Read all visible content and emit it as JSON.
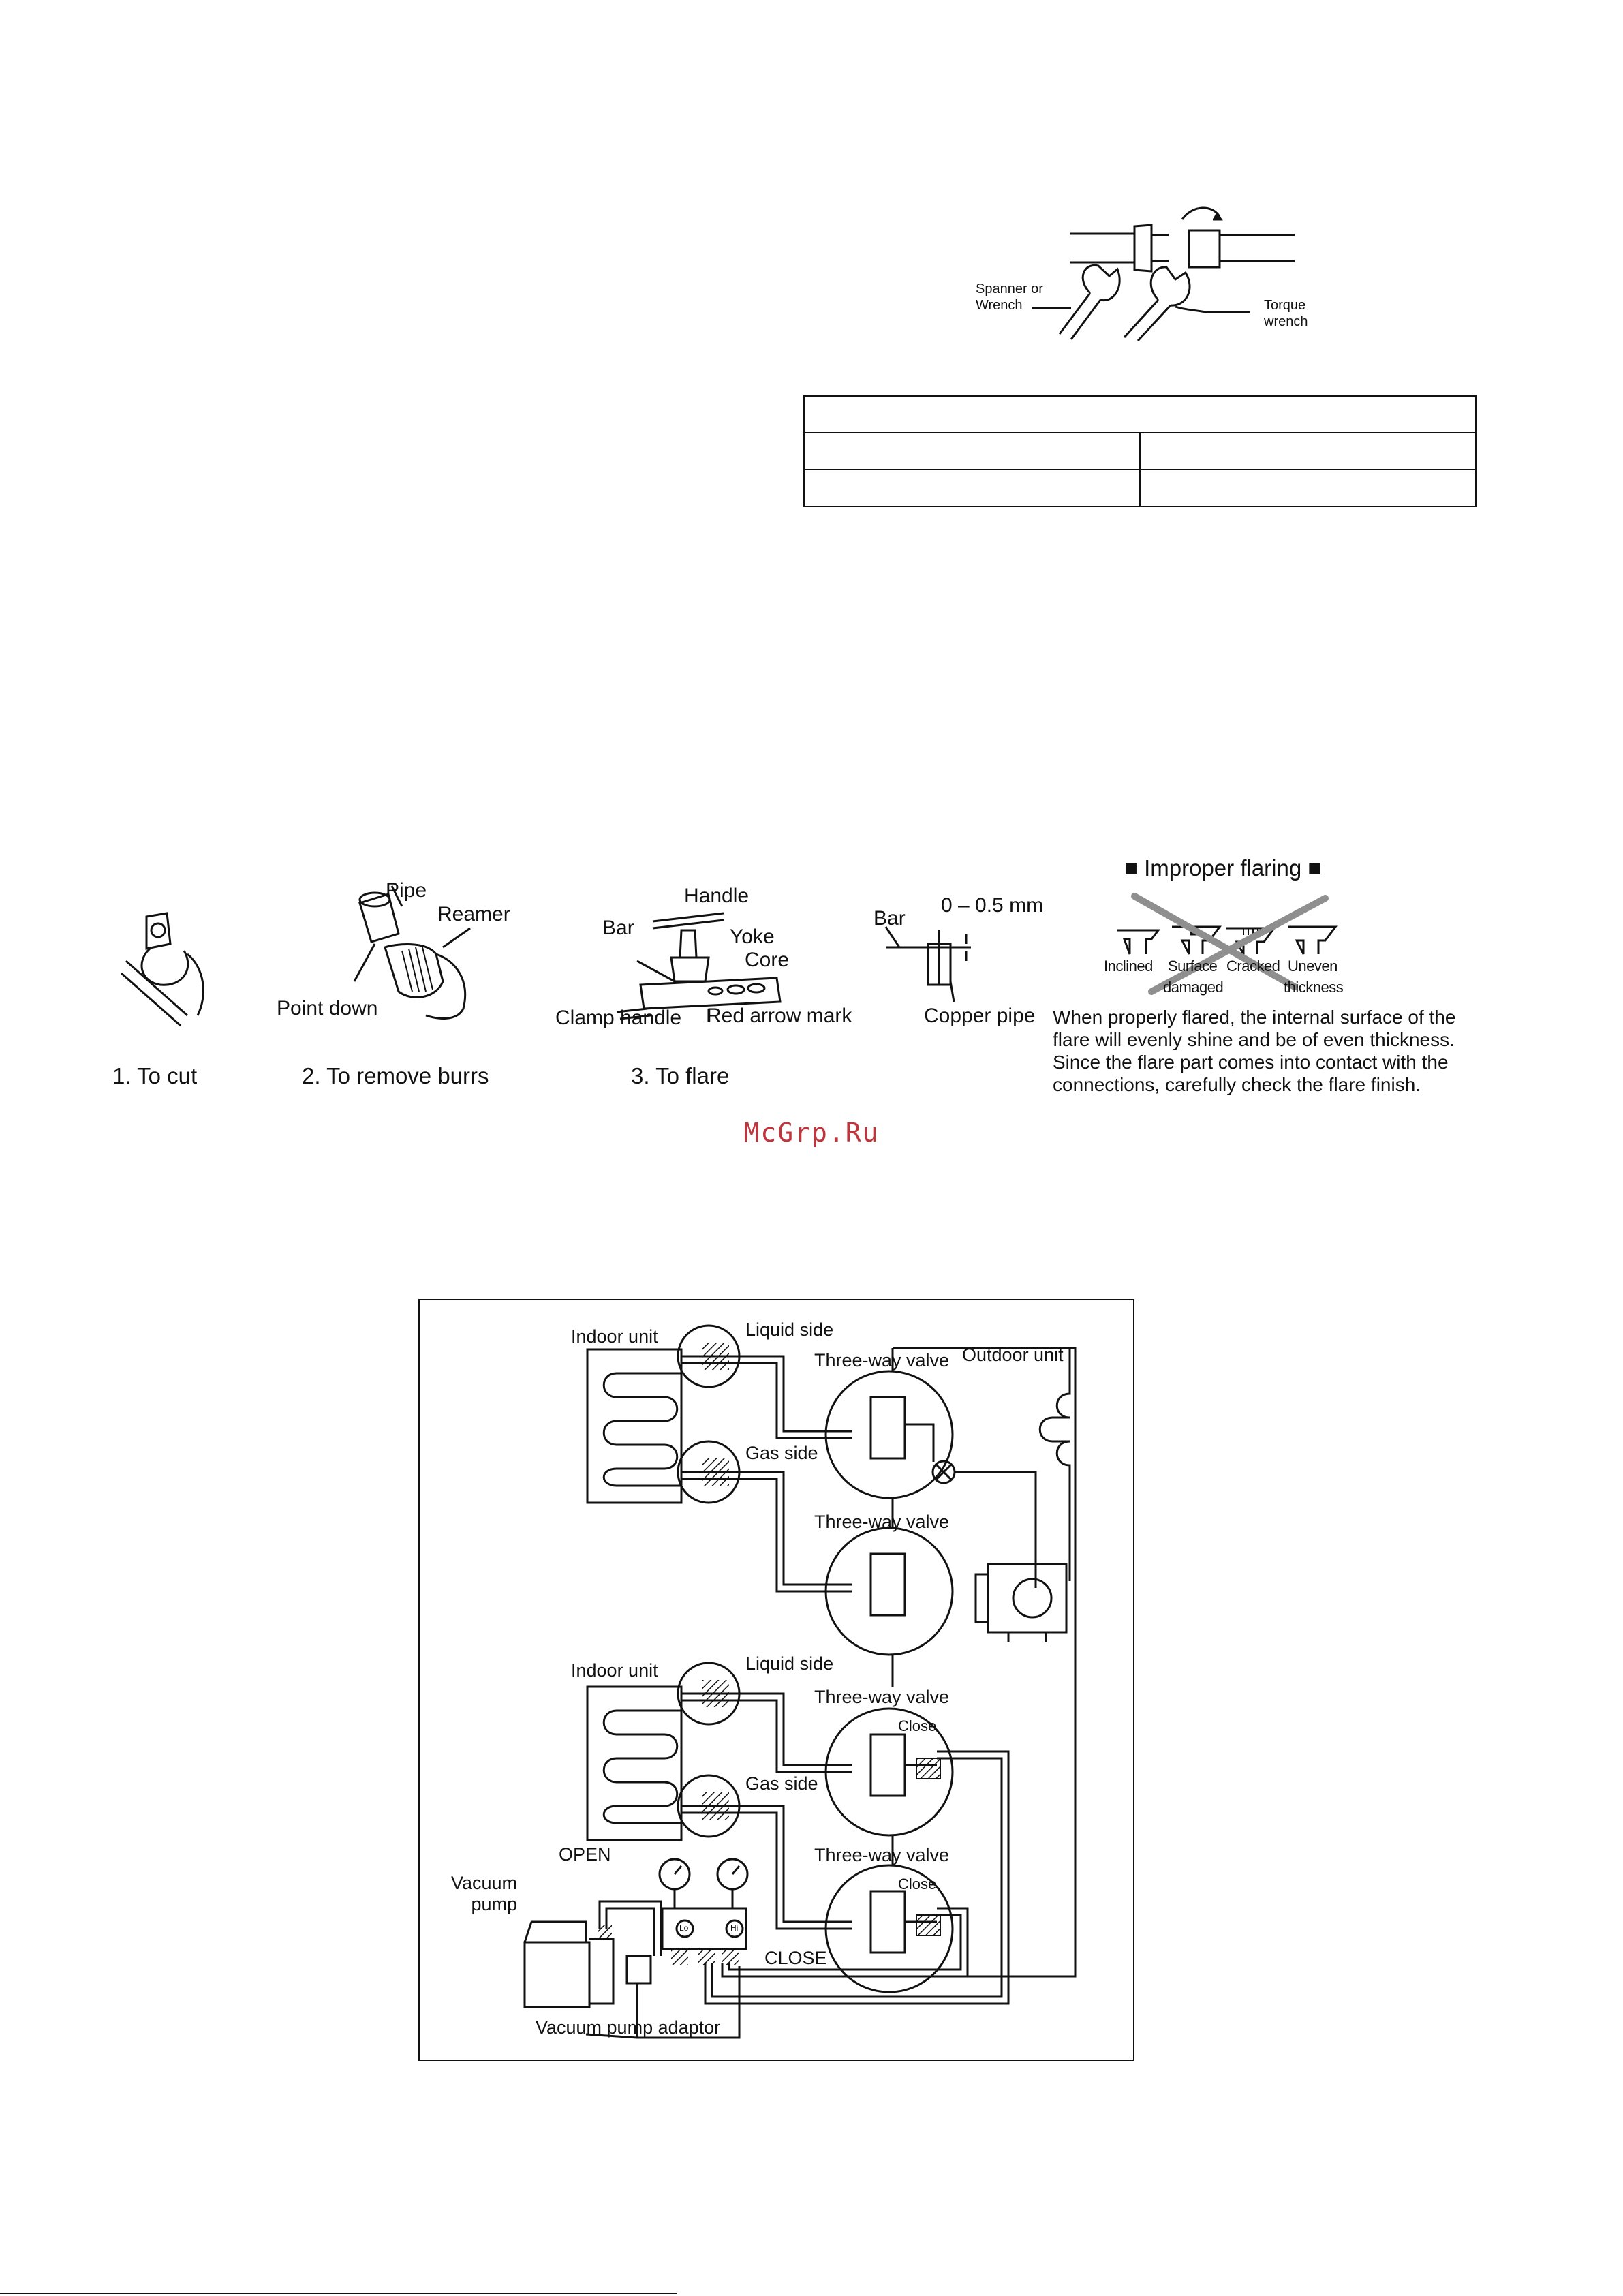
{
  "torque_figure": {
    "spanner_label": "Spanner or\nWrench",
    "torque_label": "Torque\nwrench"
  },
  "torque_table": {
    "rows": [
      [
        ""
      ],
      [
        "",
        ""
      ],
      [
        "",
        ""
      ]
    ]
  },
  "flaring": {
    "step1": "1.  To cut",
    "step2": "2.  To remove burrs",
    "step3": "3.  To flare",
    "pipe": "Pipe",
    "reamer": "Reamer",
    "point_down": "Point down",
    "handle": "Handle",
    "bar": "Bar",
    "yoke": "Yoke",
    "core": "Core",
    "clamp_handle": "Clamp handle",
    "red_arrow_mark": "Red arrow mark",
    "bar2": "Bar",
    "gap": "0 – 0.5 mm",
    "copper_pipe": "Copper pipe",
    "improper_title": "■ Improper flaring ■",
    "inclined": "Inclined",
    "surface": "Surface",
    "damaged": "damaged",
    "cracked": "Cracked",
    "uneven": "Uneven",
    "thickness": "thickness",
    "note_lines": [
      "When properly flared, the internal surface of the",
      "flare will evenly shine and be of even thickness.",
      "Since the flare part comes into contact with the",
      "connections, carefully check the flare finish."
    ]
  },
  "watermark": "McGrp.Ru",
  "diagram": {
    "top": {
      "indoor_unit": "Indoor unit",
      "liquid_side": "Liquid side",
      "three_way_valve_1": "Three-way valve",
      "outdoor_unit": "Outdoor unit",
      "gas_side": "Gas side",
      "three_way_valve_2": "Three-way valve"
    },
    "bottom": {
      "indoor_unit": "Indoor unit",
      "liquid_side": "Liquid side",
      "three_way_valve_1": "Three-way valve",
      "close_1": "Close",
      "gas_side": "Gas side",
      "open": "OPEN",
      "three_way_valve_2": "Three-way valve",
      "close_2": "Close",
      "vacuum_pump": "Vacuum\npump",
      "lo": "Lo",
      "hi": "Hi",
      "close_gauge": "CLOSE",
      "vacuum_pump_adaptor": "Vacuum pump adaptor"
    }
  }
}
